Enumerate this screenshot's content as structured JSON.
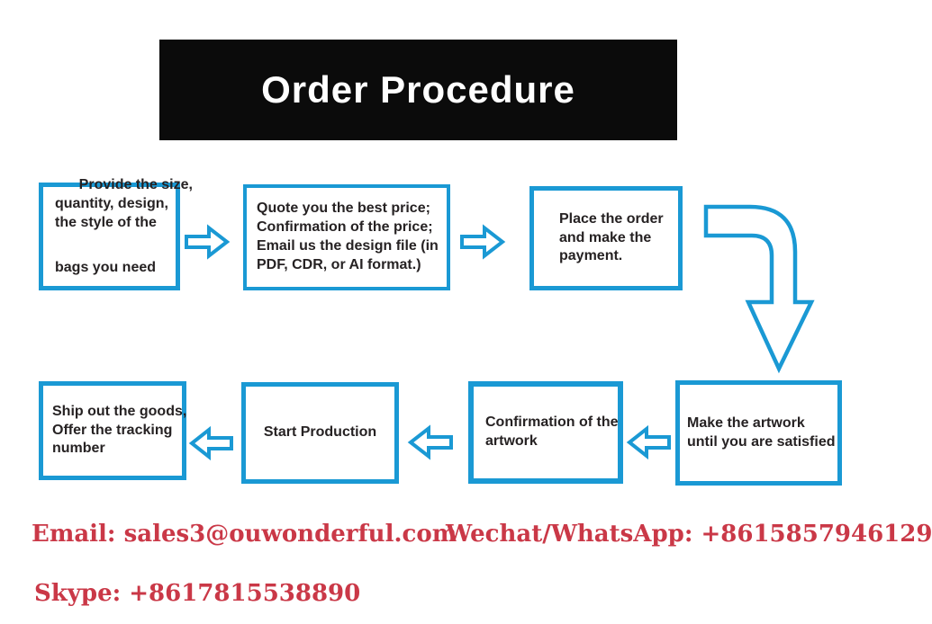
{
  "title": "Order Procedure",
  "steps": {
    "provide": {
      "lines": [
        "Provide the size,",
        "quantity, design,",
        "the style of the"
      ],
      "last_line": "bags you need"
    },
    "quote": {
      "lines": [
        "Quote you the best price;",
        "Confirmation of the price;",
        "Email us the design file (in",
        "PDF, CDR, or AI format.)"
      ]
    },
    "order": {
      "lines": [
        "Place the order",
        "and make the",
        "payment."
      ]
    },
    "artwork": {
      "lines": [
        "Make the artwork",
        "until you are satisfied"
      ]
    },
    "confirm": {
      "lines": [
        "Confirmation of the",
        "artwork"
      ]
    },
    "production": {
      "lines": [
        "Start Production"
      ]
    },
    "ship": {
      "lines": [
        "Ship out the goods,",
        "Offer the tracking",
        "number"
      ]
    }
  },
  "contact": {
    "email": "Email: sales3@ouwonderful.com",
    "wechat": "Wechat/WhatsApp: +8615857946129",
    "skype": "Skype: +8617815538890"
  },
  "colors": {
    "accent_blue": "#1a99d4",
    "banner_bg": "#0b0b0b",
    "contact_red": "#ca3847"
  }
}
